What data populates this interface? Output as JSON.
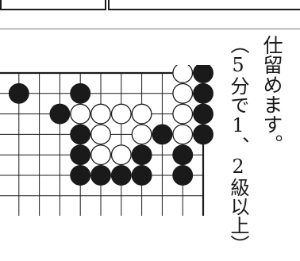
{
  "problem": {
    "title": "仕留めます。",
    "subtitle": "（5分で1、2級以上）"
  },
  "board": {
    "cols": 11,
    "rows": 8,
    "stones": [
      {
        "color": "white",
        "col": 9,
        "row": 0
      },
      {
        "color": "black",
        "col": 10,
        "row": 0
      },
      {
        "color": "black",
        "col": 1,
        "row": 1
      },
      {
        "color": "black",
        "col": 4,
        "row": 1
      },
      {
        "color": "white",
        "col": 9,
        "row": 1
      },
      {
        "color": "black",
        "col": 10,
        "row": 1
      },
      {
        "color": "black",
        "col": 3,
        "row": 2
      },
      {
        "color": "white",
        "col": 4,
        "row": 2
      },
      {
        "color": "white",
        "col": 5,
        "row": 2
      },
      {
        "color": "white",
        "col": 6,
        "row": 2
      },
      {
        "color": "white",
        "col": 7,
        "row": 2
      },
      {
        "color": "white",
        "col": 9,
        "row": 2
      },
      {
        "color": "black",
        "col": 10,
        "row": 2
      },
      {
        "color": "black",
        "col": 4,
        "row": 3
      },
      {
        "color": "white",
        "col": 5,
        "row": 3
      },
      {
        "color": "white",
        "col": 7,
        "row": 3
      },
      {
        "color": "black",
        "col": 8,
        "row": 3
      },
      {
        "color": "white",
        "col": 9,
        "row": 3
      },
      {
        "color": "black",
        "col": 10,
        "row": 3
      },
      {
        "color": "black",
        "col": 4,
        "row": 4
      },
      {
        "color": "white",
        "col": 5,
        "row": 4
      },
      {
        "color": "white",
        "col": 6,
        "row": 4
      },
      {
        "color": "black",
        "col": 7,
        "row": 4
      },
      {
        "color": "black",
        "col": 9,
        "row": 4
      },
      {
        "color": "black",
        "col": 4,
        "row": 5
      },
      {
        "color": "black",
        "col": 5,
        "row": 5
      },
      {
        "color": "black",
        "col": 6,
        "row": 5
      },
      {
        "color": "black",
        "col": 7,
        "row": 5
      },
      {
        "color": "black",
        "col": 9,
        "row": 5
      }
    ]
  },
  "colors": {
    "ink": "#1a1a1a",
    "board_background": "#ffffff",
    "divider": "#777777"
  }
}
